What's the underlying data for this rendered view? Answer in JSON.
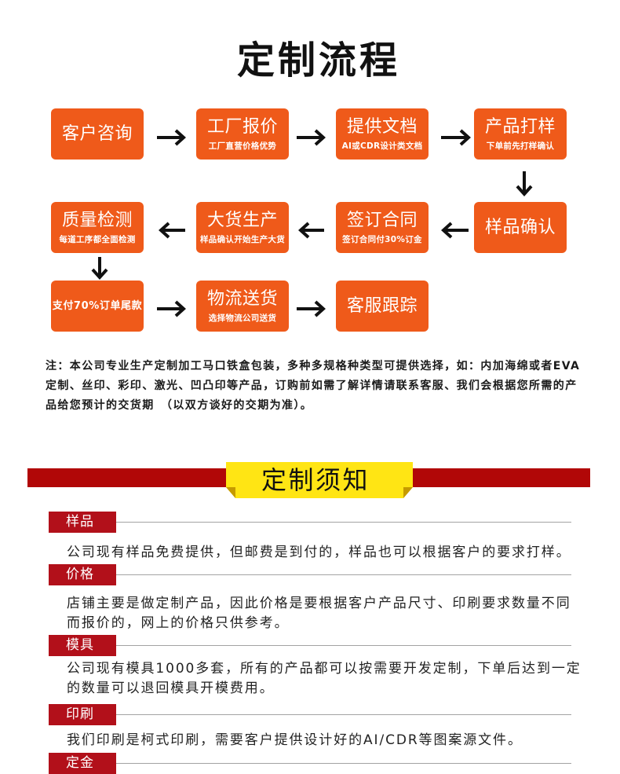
{
  "title": "定制流程",
  "colors": {
    "step_fill": "#ef5a1a",
    "step_text": "#ffffff",
    "arrow": "#111111",
    "banner_red": "#b10707",
    "banner_yellow": "#ffe514",
    "banner_fold": "#c59a00",
    "label_fill": "#b2101a",
    "text": "#222222"
  },
  "flow": {
    "steps": [
      {
        "title": "客户咨询"
      },
      {
        "title": "工厂报价",
        "subtitle": "工厂直营价格优势"
      },
      {
        "title": "提供文档",
        "subtitle": "AI或CDR设计类文档"
      },
      {
        "title": "产品打样",
        "subtitle": "下单前先打样确认"
      },
      {
        "title": "样品确认"
      },
      {
        "title": "签订合同",
        "subtitle": "签订合同付30%订金"
      },
      {
        "title": "大货生产",
        "subtitle": "样品确认开始生产大货"
      },
      {
        "title": "质量检测",
        "subtitle": "每道工序都全面检测"
      },
      {
        "title": "支付70%订单尾款"
      },
      {
        "title": "物流送货",
        "subtitle": "选择物流公司送货"
      },
      {
        "title": "客服跟踪"
      }
    ]
  },
  "note": {
    "lines": [
      "注：本公司专业生产定制加工马口铁盒包装，多种多规格种类型可提供选择，如：内加海绵或者EVA",
      "定制、丝印、彩印、激光、凹凸印等产品，订购前如需了解详情请联系客服、我们会根据您所需的产",
      "品给您预计的交货期　（以双方谈好的交期为准）。"
    ]
  },
  "notice": {
    "banner": "定制须知",
    "sections": [
      {
        "label": "样品",
        "lines": [
          "公司现有样品免费提供，但邮费是到付的，样品也可以根据客户的要求打样。"
        ]
      },
      {
        "label": "价格",
        "lines": [
          "店铺主要是做定制产品，因此价格是要根据客户产品尺寸、印刷要求数量不同",
          "而报价的，网上的价格只供参考。"
        ]
      },
      {
        "label": "模具",
        "lines": [
          "公司现有模具1000多套，所有的产品都可以按需要开发定制，下单后达到一定",
          "的数量可以退回模具开模费用。"
        ]
      },
      {
        "label": "印刷",
        "lines": [
          "我们印刷是柯式印刷，需要客户提供设计好的AI/CDR等图案源文件。"
        ]
      },
      {
        "label": "定金",
        "lines": []
      }
    ]
  }
}
